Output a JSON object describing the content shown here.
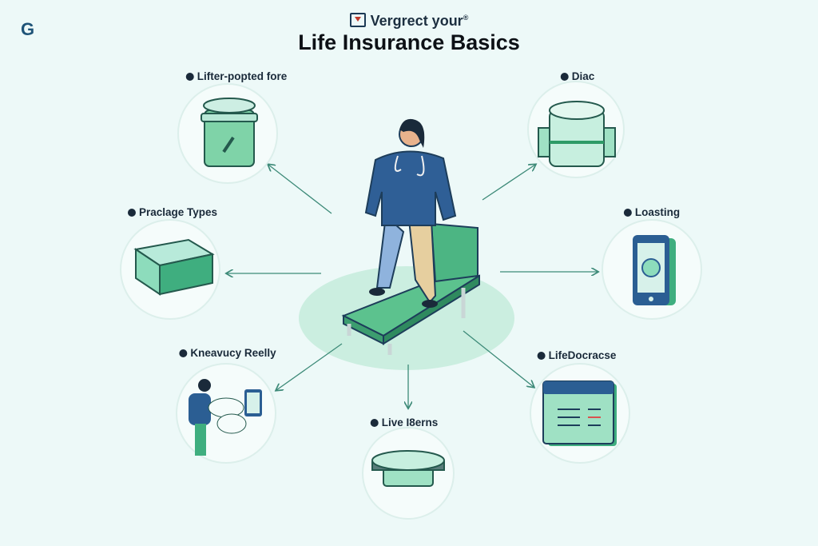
{
  "header": {
    "logo": "G",
    "subtitle": "Vergrect your",
    "subtitle_mark": "®",
    "title": "Life Insurance Basics"
  },
  "topics": [
    {
      "label": "Lifter-popted fore",
      "icon": "bucket-icon"
    },
    {
      "label": "Diac",
      "icon": "cylinder-icon"
    },
    {
      "label": "Praclage Types",
      "icon": "block-icon"
    },
    {
      "label": "Loasting",
      "icon": "phone-icon"
    },
    {
      "label": "Kneavucy Reelly",
      "icon": "person-phone-icon"
    },
    {
      "label": "LifeDocracse",
      "icon": "document-icon"
    },
    {
      "label": "Live I8erns",
      "icon": "disk-icon"
    }
  ],
  "colors": {
    "background": "#edf9f8",
    "accent": "#3fae7f",
    "navy": "#2b5e93",
    "text": "#1a2a3a"
  }
}
